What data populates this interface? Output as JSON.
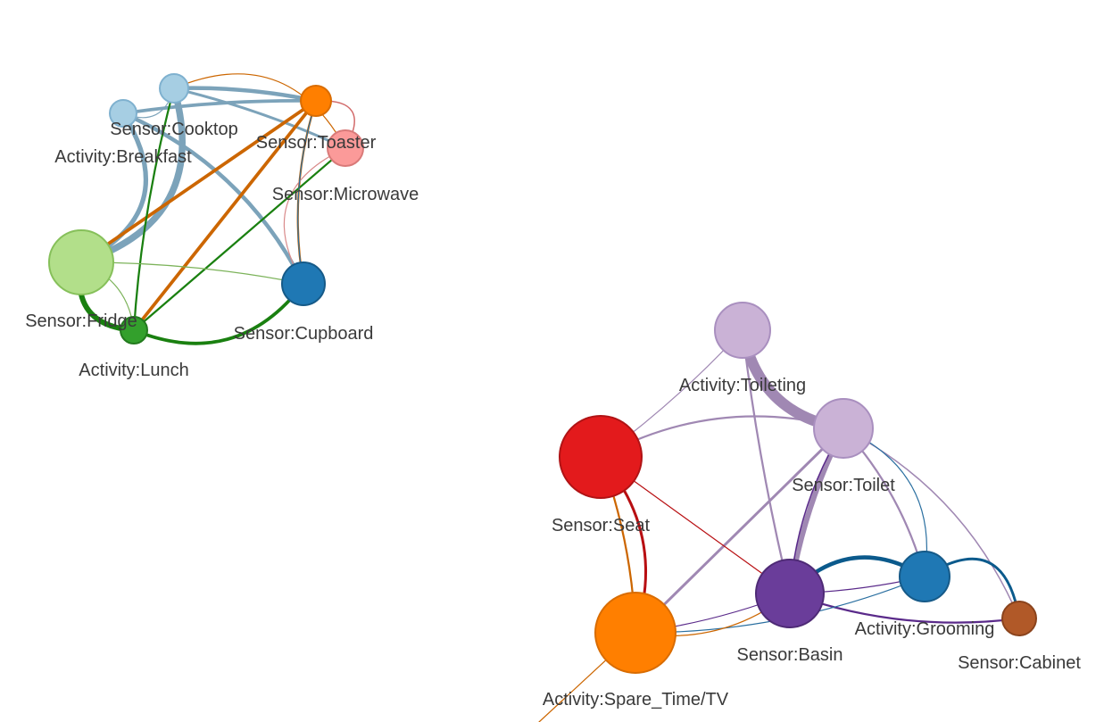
{
  "graph": {
    "clusters": [
      {
        "nodes": [
          {
            "id": "cooktop",
            "label": "Sensor:Cooktop",
            "color": "#a6cee3",
            "stroke": "#7fb1cf"
          },
          {
            "id": "breakfast",
            "label": "Activity:Breakfast",
            "color": "#a6cee3",
            "stroke": "#7fb1cf"
          },
          {
            "id": "toaster",
            "label": "Sensor:Toaster",
            "color": "#ff7f00",
            "stroke": "#d96c00"
          },
          {
            "id": "microwave",
            "label": "Sensor:Microwave",
            "color": "#fb9a99",
            "stroke": "#d97a79"
          },
          {
            "id": "fridge",
            "label": "Sensor:Fridge",
            "color": "#b2df8a",
            "stroke": "#86c05a"
          },
          {
            "id": "cupboard",
            "label": "Sensor:Cupboard",
            "color": "#1f78b4",
            "stroke": "#165a88"
          },
          {
            "id": "lunch",
            "label": "Activity:Lunch",
            "color": "#33a02c",
            "stroke": "#237a1e"
          }
        ]
      },
      {
        "nodes": [
          {
            "id": "toileting",
            "label": "Activity:Toileting",
            "color": "#cab2d6",
            "stroke": "#a98fbf"
          },
          {
            "id": "toilet",
            "label": "Sensor:Toilet",
            "color": "#cab2d6",
            "stroke": "#a98fbf"
          },
          {
            "id": "seat",
            "label": "Sensor:Seat",
            "color": "#e31a1c",
            "stroke": "#b01315"
          },
          {
            "id": "basin",
            "label": "Sensor:Basin",
            "color": "#6a3d9a",
            "stroke": "#4e2a75"
          },
          {
            "id": "grooming",
            "label": "Activity:Grooming",
            "color": "#1f78b4",
            "stroke": "#165a88"
          },
          {
            "id": "cabinet",
            "label": "Sensor:Cabinet",
            "color": "#b15928",
            "stroke": "#8a431c"
          },
          {
            "id": "sparetime",
            "label": "Activity:Spare_Time/TV",
            "color": "#ff7f00",
            "stroke": "#d96c00"
          }
        ]
      }
    ],
    "edges": [
      {
        "from": "breakfast",
        "to": "fridge",
        "color": "#7ca3ba",
        "weight": 7
      },
      {
        "from": "cooktop",
        "to": "fridge",
        "color": "#7ca3ba",
        "weight": 10
      },
      {
        "from": "breakfast",
        "to": "cupboard",
        "color": "#7ca3ba",
        "weight": 6
      },
      {
        "from": "cooktop",
        "to": "toaster",
        "color": "#7ca3ba",
        "weight": 6
      },
      {
        "from": "breakfast",
        "to": "toaster",
        "color": "#7ca3ba",
        "weight": 5
      },
      {
        "from": "cooktop",
        "to": "microwave",
        "color": "#7ca3ba",
        "weight": 4
      },
      {
        "from": "breakfast",
        "to": "cooktop",
        "color": "#7ca3ba",
        "weight": 1
      },
      {
        "from": "cooktop",
        "to": "microwave",
        "color": "#cc6600",
        "weight": 1
      },
      {
        "from": "fridge",
        "to": "toaster",
        "color": "#cc6600",
        "weight": 5
      },
      {
        "from": "toaster",
        "to": "cupboard",
        "color": "#cc6600",
        "weight": 3
      },
      {
        "from": "toaster",
        "to": "lunch",
        "color": "#cc6600",
        "weight": 5
      },
      {
        "from": "toaster",
        "to": "microwave",
        "color": "#d26a6a",
        "weight": 2
      },
      {
        "from": "microwave",
        "to": "cupboard",
        "color": "#d98a8a",
        "weight": 1
      },
      {
        "from": "cooktop",
        "to": "lunch",
        "color": "#1a8010",
        "weight": 3
      },
      {
        "from": "lunch",
        "to": "microwave",
        "color": "#1a8010",
        "weight": 3
      },
      {
        "from": "lunch",
        "to": "cupboard",
        "color": "#1a8010",
        "weight": 5
      },
      {
        "from": "fridge",
        "to": "lunch",
        "color": "#1a8010",
        "weight": 8
      },
      {
        "from": "fridge",
        "to": "cupboard",
        "color": "#7cb35a",
        "weight": 1
      },
      {
        "from": "fridge",
        "to": "lunch",
        "color": "#7cb35a",
        "weight": 1
      },
      {
        "from": "toaster",
        "to": "cupboard",
        "color": "#2a6fa0",
        "weight": 1
      },
      {
        "from": "toileting",
        "to": "toilet",
        "color": "#a088b3",
        "weight": 16
      },
      {
        "from": "toileting",
        "to": "basin",
        "color": "#a088b3",
        "weight": 3
      },
      {
        "from": "toileting",
        "to": "seat",
        "color": "#a088b3",
        "weight": 1
      },
      {
        "from": "seat",
        "to": "toilet",
        "color": "#a088b3",
        "weight": 3
      },
      {
        "from": "toilet",
        "to": "basin",
        "color": "#a088b3",
        "weight": 8
      },
      {
        "from": "toilet",
        "to": "sparetime",
        "color": "#a088b3",
        "weight": 4
      },
      {
        "from": "toilet",
        "to": "grooming",
        "color": "#a088b3",
        "weight": 3
      },
      {
        "from": "toilet",
        "to": "cabinet",
        "color": "#a088b3",
        "weight": 2
      },
      {
        "from": "toilet",
        "to": "grooming",
        "color": "#2a6fa0",
        "weight": 1
      },
      {
        "from": "toilet",
        "to": "basin",
        "color": "#5a2a8a",
        "weight": 2
      },
      {
        "from": "seat",
        "to": "sparetime",
        "color": "#b80f12",
        "weight": 4
      },
      {
        "from": "seat",
        "to": "sparetime",
        "color": "#cc6600",
        "weight": 3
      },
      {
        "from": "seat",
        "to": "basin",
        "color": "#b80f12",
        "weight": 1
      },
      {
        "from": "basin",
        "to": "grooming",
        "color": "#0b5a8c",
        "weight": 6
      },
      {
        "from": "basin",
        "to": "cabinet",
        "color": "#5a2a8a",
        "weight": 3
      },
      {
        "from": "basin",
        "to": "grooming",
        "color": "#5a2a8a",
        "weight": 1
      },
      {
        "from": "sparetime",
        "to": "basin",
        "color": "#5a2a8a",
        "weight": 1
      },
      {
        "from": "sparetime",
        "to": "grooming",
        "color": "#2a6fa0",
        "weight": 1
      },
      {
        "from": "sparetime",
        "to": "basin",
        "color": "#cc6600",
        "weight": 1
      },
      {
        "from": "grooming",
        "to": "cabinet",
        "color": "#0b5a8c",
        "weight": 4
      },
      {
        "from": "sparetime",
        "to": "offscreen",
        "color": "#cc6600",
        "weight": 1
      }
    ]
  }
}
